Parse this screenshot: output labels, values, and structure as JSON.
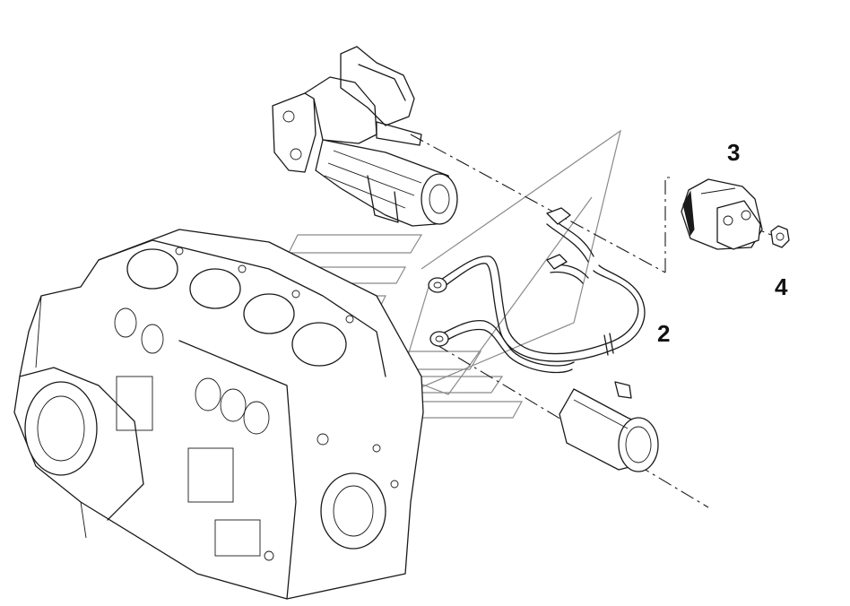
{
  "diagram": {
    "callouts": [
      {
        "id": "2",
        "label": "2"
      },
      {
        "id": "3",
        "label": "3"
      },
      {
        "id": "4",
        "label": "4"
      }
    ],
    "colors": {
      "line": "#1a1a1a",
      "watermark": "#8a8a8a",
      "background": "#ffffff"
    }
  }
}
